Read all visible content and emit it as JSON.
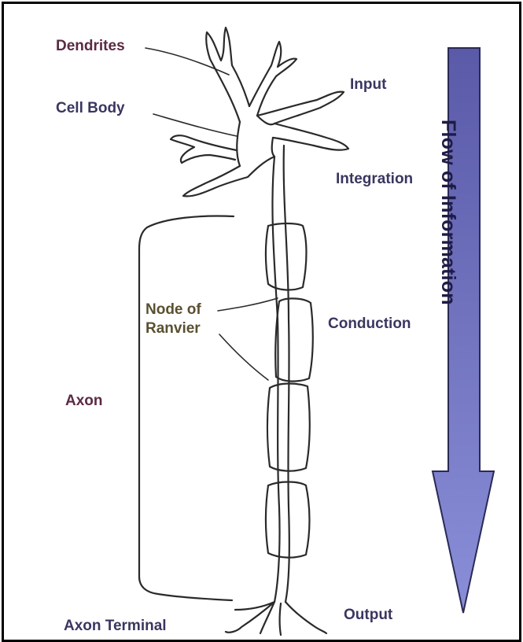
{
  "labels": {
    "dendrites": "Dendrites",
    "cell_body": "Cell Body",
    "input": "Input",
    "integration": "Integration",
    "node_line1": "Node of",
    "node_line2": "Ranvier",
    "conduction": "Conduction",
    "axon": "Axon",
    "axon_terminal": "Axon Terminal",
    "output": "Output"
  },
  "flow_arrow": {
    "text": "Flow of Information",
    "direction": "down",
    "color_top": "#5a5aa8",
    "color_bottom": "#8a8ed8"
  }
}
